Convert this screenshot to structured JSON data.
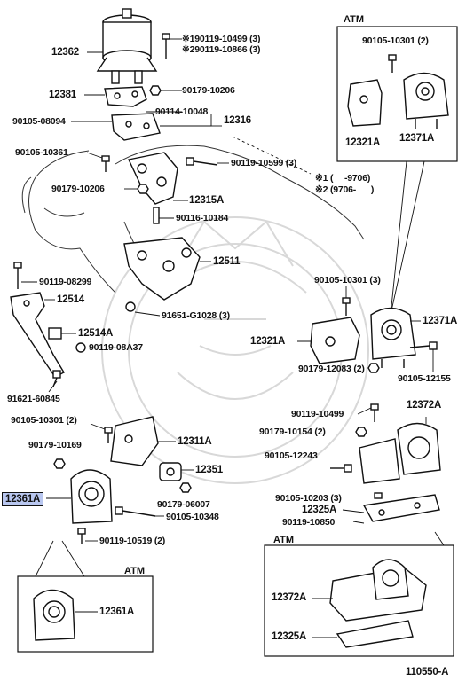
{
  "highlight": "12361A",
  "sections": [
    "ATM",
    "ATM",
    "ATM"
  ],
  "notes": {
    "note1_label": "※1 (",
    "note1_value": "-9706)",
    "note2_label": "※2 (9706-",
    "note2_value": ")",
    "bolt_note1": "※190119-10499 (3)",
    "bolt_note2": "※290119-10866 (3)"
  },
  "labels": {
    "p12362": "12362",
    "p12381": "12381",
    "p90179_10206_a": "90179-10206",
    "p90114_10048": "90114-10048",
    "p90105_08094": "90105-08094",
    "p12316": "12316",
    "p90105_10361": "90105-10361",
    "p90119_10599": "90119-10599 (3)",
    "p90179_10206_b": "90179-10206",
    "p12315A": "12315A",
    "p90116_10184": "90116-10184",
    "p12511": "12511",
    "p90119_08299": "90119-08299",
    "p12514": "12514",
    "p91651_G1028": "91651-G1028 (3)",
    "p12514A": "12514A",
    "p90119_08A37": "90119-08A37",
    "p91621_60845": "91621-60845",
    "p90105_10301_a": "90105-10301 (2)",
    "p90179_10169": "90179-10169",
    "p12311A": "12311A",
    "p12351": "12351",
    "p90179_06007": "90179-06007",
    "p90105_10348": "90105-10348",
    "p90119_10519": "90119-10519 (2)",
    "p12361A_b": "12361A",
    "atm1_bolt": "90105-10301 (2)",
    "atm1_12321A": "12321A",
    "atm1_12371A": "12371A",
    "m_90105_10301": "90105-10301 (3)",
    "m_12371A": "12371A",
    "m_12321A": "12321A",
    "m_90179_12083": "90179-12083 (2)",
    "m_90105_12155": "90105-12155",
    "r_90119_10499": "90119-10499",
    "r_12372A": "12372A",
    "r_90179_10154": "90179-10154 (2)",
    "r_90105_12243": "90105-12243",
    "r_90105_10203": "90105-10203 (3)",
    "r_12325A": "12325A",
    "r_90119_10850": "90119-10850",
    "atm3_12372A": "12372A",
    "atm3_12325A": "12325A"
  },
  "diagram_id": "110550-A"
}
